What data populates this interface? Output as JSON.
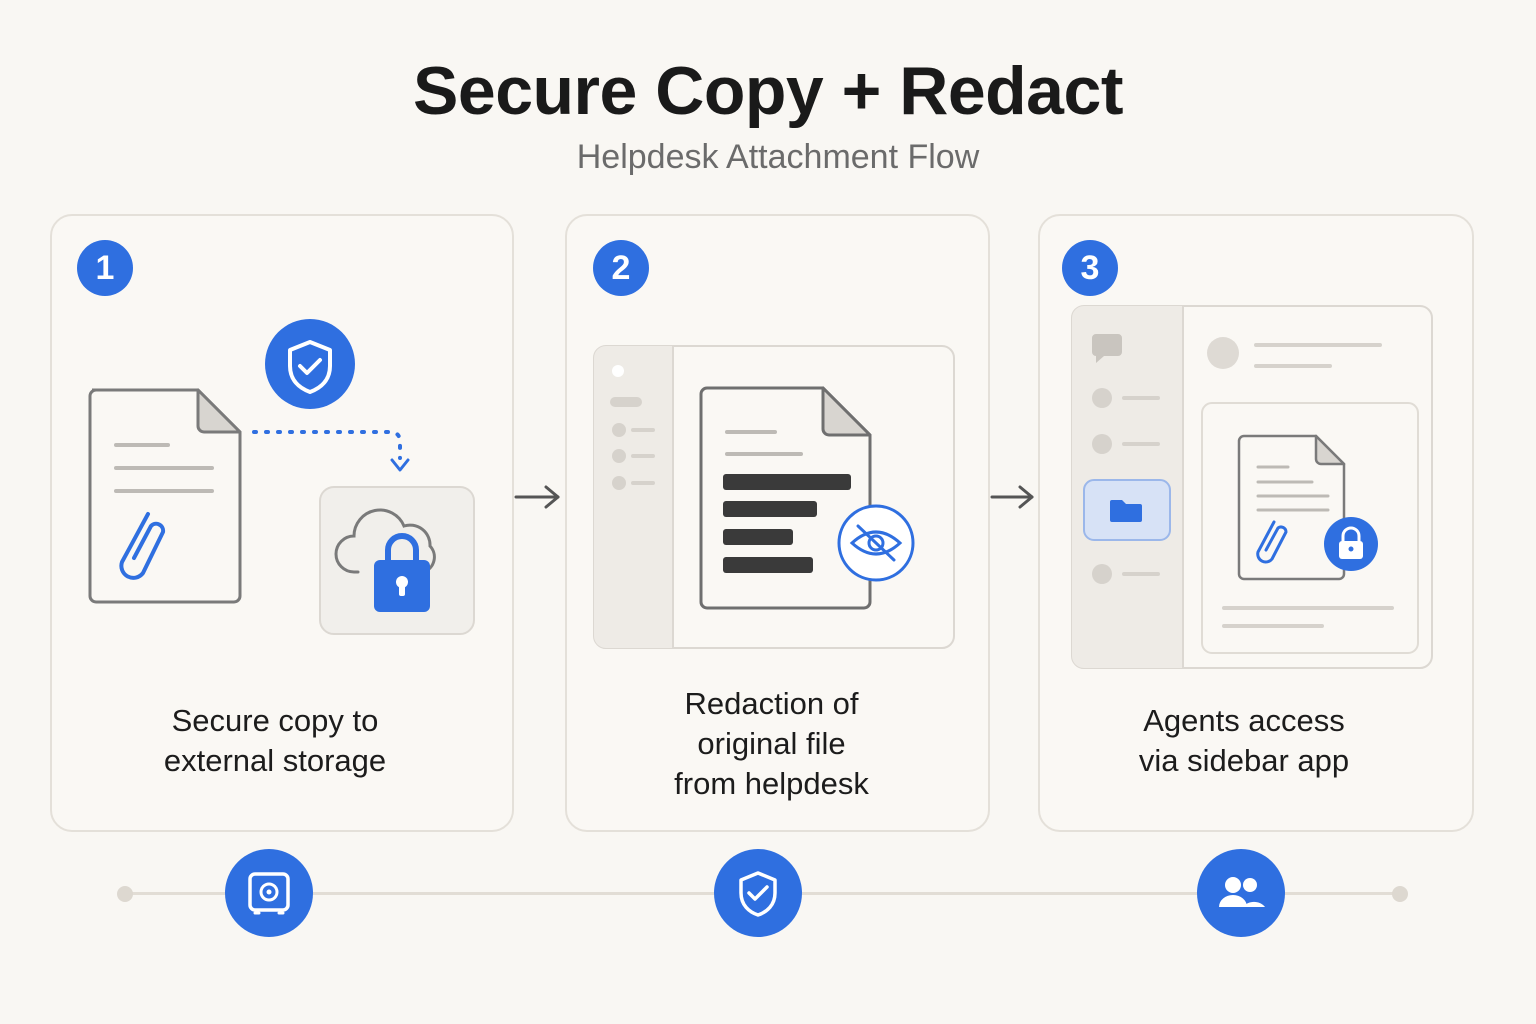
{
  "title": "Secure Copy + Redact",
  "subtitle": "Helpdesk Attachment Flow",
  "steps": [
    {
      "number": "1",
      "caption_line1": "Secure copy to",
      "caption_line2": "external storage"
    },
    {
      "number": "2",
      "caption_line1": "Redaction of",
      "caption_line2": "original file",
      "caption_line3": "from helpdesk"
    },
    {
      "number": "3",
      "caption_line1": "Agents access",
      "caption_line2": "via sidebar app"
    }
  ],
  "timeline_icons": [
    "vault-icon",
    "shield-check-icon",
    "users-icon"
  ],
  "colors": {
    "accent": "#2f6fe0",
    "background": "#f9f7f3",
    "card_border": "#e4e0d9",
    "redaction_bar": "#3a3a3a"
  }
}
